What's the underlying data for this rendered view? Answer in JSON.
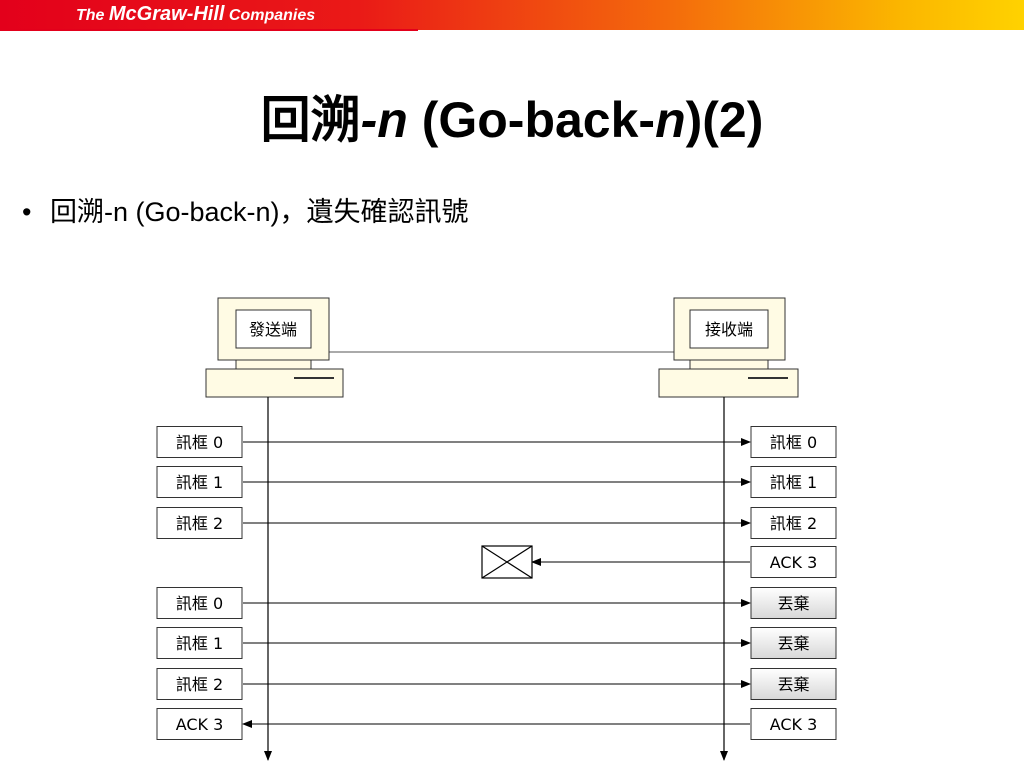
{
  "header": {
    "logo_the": "The ",
    "logo_brand": "McGraw-Hill",
    "logo_companies": " Companies"
  },
  "title": {
    "prefix": "回溯",
    "italic_n1": "-n",
    "middle": " (Go-back-",
    "italic_n2": "n",
    "suffix": ")(2)"
  },
  "bullet": {
    "marker": "•",
    "text": "回溯-n (Go-back-n)，遺失確認訊號"
  },
  "diagram": {
    "sender_label": "發送端",
    "receiver_label": "接收端",
    "rows": [
      {
        "left": "訊框 0",
        "right": "訊框 0",
        "direction": "to-receiver",
        "right_shaded": false
      },
      {
        "left": "訊框 1",
        "right": "訊框 1",
        "direction": "to-receiver",
        "right_shaded": false
      },
      {
        "left": "訊框 2",
        "right": "訊框 2",
        "direction": "to-receiver",
        "right_shaded": false
      },
      {
        "left": "",
        "right": "ACK 3",
        "direction": "lost",
        "right_shaded": false
      },
      {
        "left": "訊框 0",
        "right": "丟棄",
        "direction": "to-receiver",
        "right_shaded": true
      },
      {
        "left": "訊框 1",
        "right": "丟棄",
        "direction": "to-receiver",
        "right_shaded": true
      },
      {
        "left": "訊框 2",
        "right": "丟棄",
        "direction": "to-receiver",
        "right_shaded": true
      },
      {
        "left": "ACK 3",
        "right": "ACK 3",
        "direction": "to-sender",
        "right_shaded": false
      }
    ]
  }
}
